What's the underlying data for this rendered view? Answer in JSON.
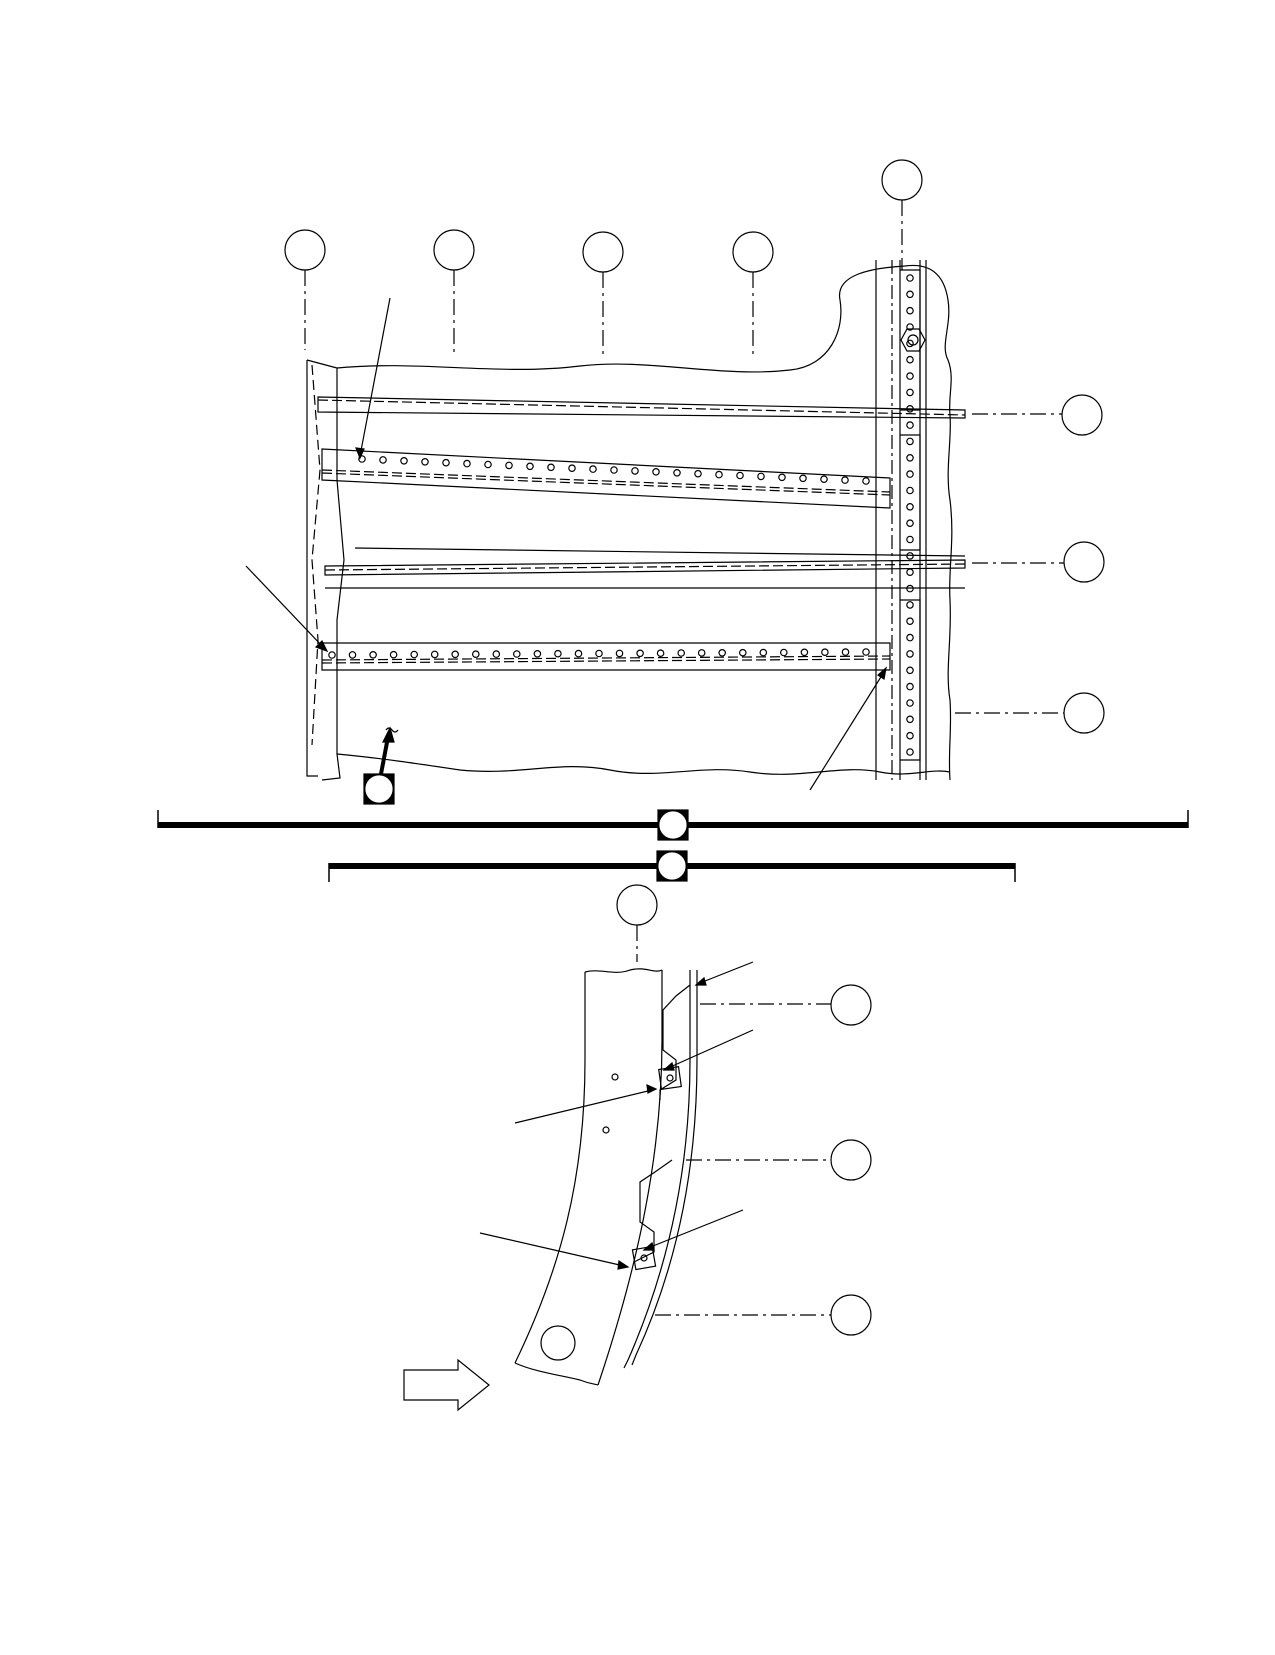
{
  "drawing": {
    "ink_color": "#000000",
    "paper_color": "#ffffff",
    "upper_view": {
      "index_balloons": 8,
      "fastener_rows": 2
    },
    "lower_view": {
      "index_balloons": 4,
      "pointer_arrows": 5
    },
    "section_bars": 2
  }
}
